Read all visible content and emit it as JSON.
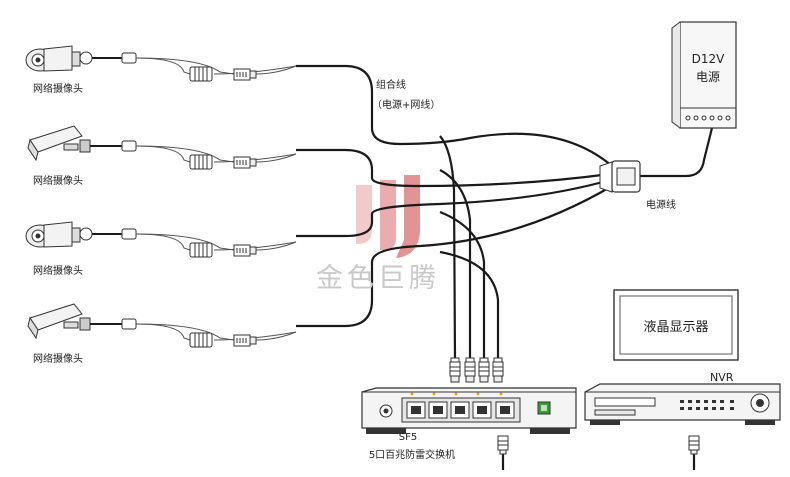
{
  "cameras": [
    {
      "label": "网络摄像头",
      "kind": "bullet"
    },
    {
      "label": "网络摄像头",
      "kind": "box"
    },
    {
      "label": "网络摄像头",
      "kind": "bullet"
    },
    {
      "label": "网络摄像头",
      "kind": "box"
    }
  ],
  "combo_cable": {
    "line1": "组合线",
    "line2": "（电源+网线）"
  },
  "power_supply": {
    "line1": "D12V",
    "line2": "电源"
  },
  "power_cable_label": "电源线",
  "switch": {
    "model": "SF5",
    "description": "5口百兆防雷交换机"
  },
  "monitor_label": "液晶显示器",
  "nvr_label": "NVR",
  "watermark": "金色巨腾",
  "colors": {
    "cable": "#1a1a1a",
    "device": "#f4f4f4",
    "outline": "#333333",
    "switch_led": "#3a9a3a",
    "watermark": "#cc3b3b"
  }
}
